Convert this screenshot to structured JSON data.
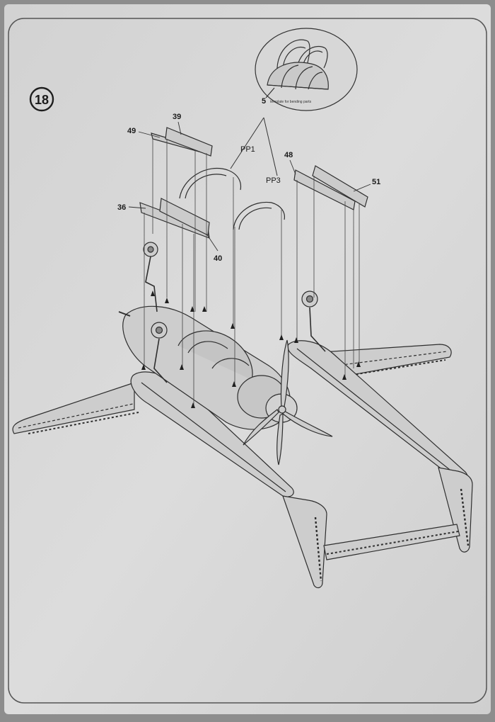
{
  "step": {
    "number": "18"
  },
  "callouts": {
    "p49": "49",
    "p39": "39",
    "pp1": "PP1",
    "p48": "48",
    "pp3": "PP3",
    "p51": "51",
    "p36": "36",
    "p40": "40",
    "p5": "5"
  },
  "detail_note": "template for bending parts",
  "colors": {
    "paper": "#d9d9d9",
    "ink": "#2e2e2e",
    "fill": "#c8c8c8",
    "background": "#8d8d8d"
  }
}
